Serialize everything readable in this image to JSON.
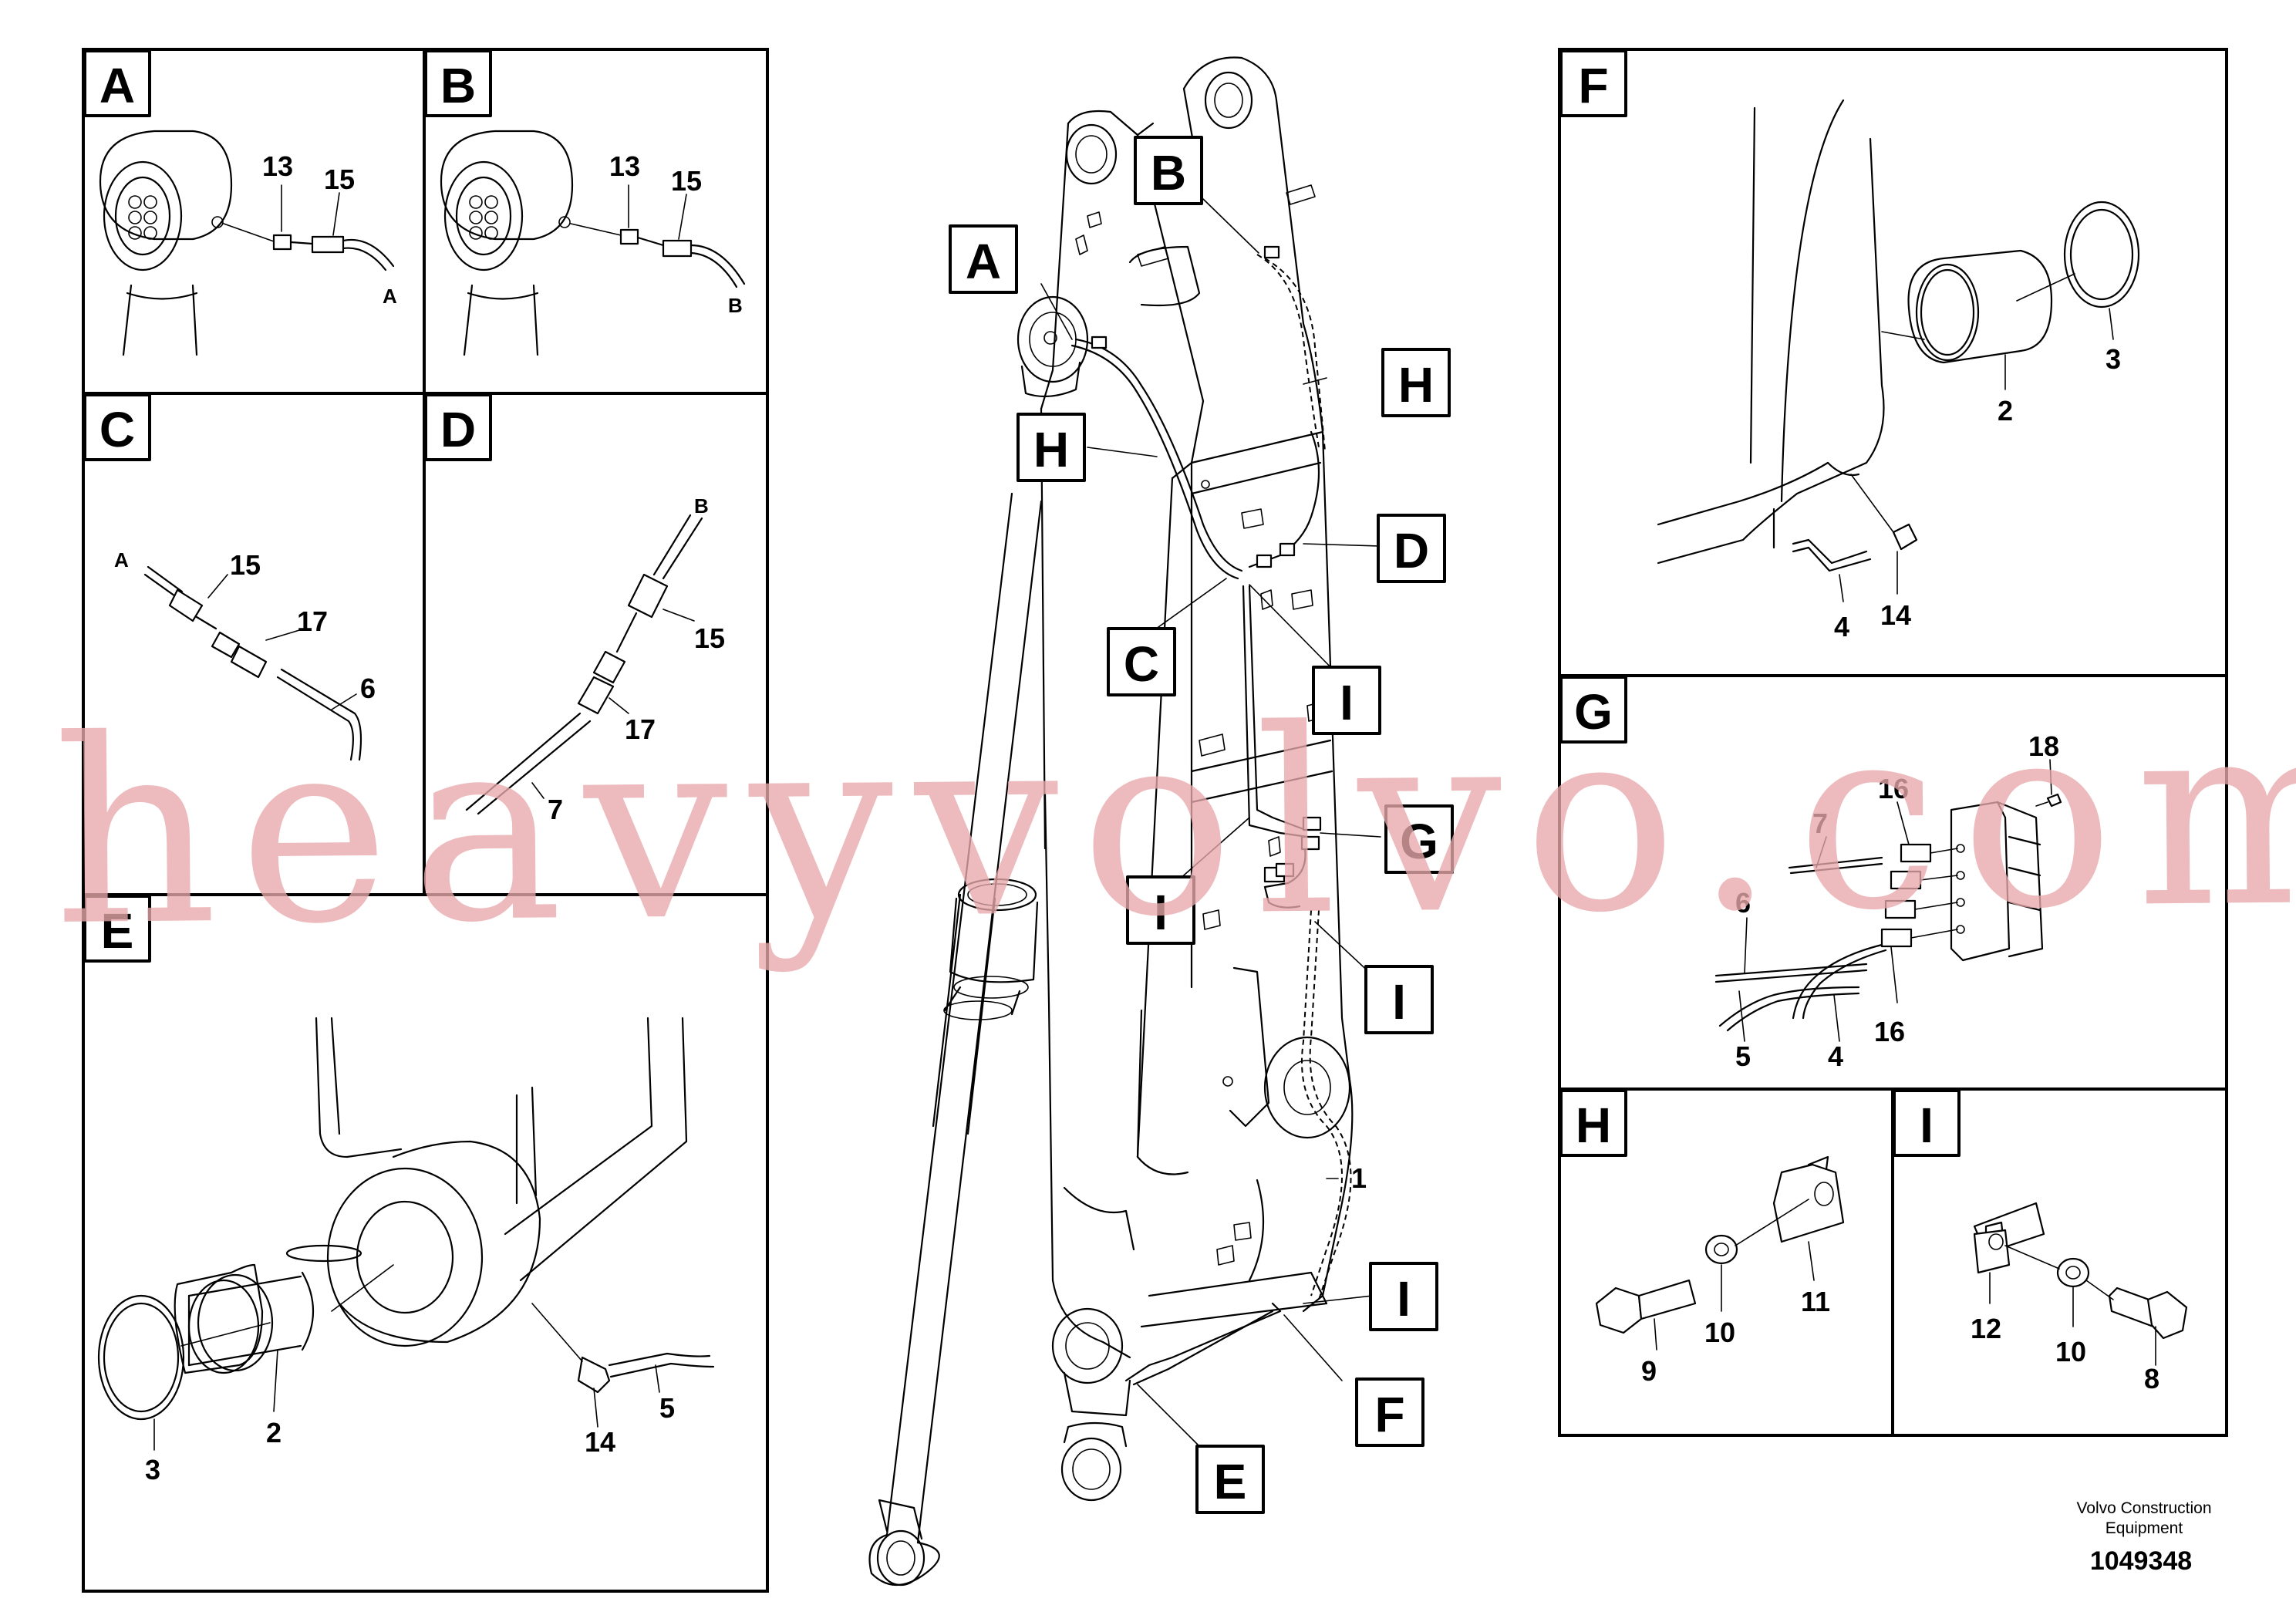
{
  "panels": {
    "A": "A",
    "B": "B",
    "C": "C",
    "D": "D",
    "E": "E",
    "F": "F",
    "G": "G",
    "H": "H",
    "I": "I"
  },
  "callouts": {
    "main_A": "A",
    "main_B": "B",
    "main_C": "C",
    "main_D": "D",
    "main_E": "E",
    "main_F": "F",
    "main_G": "G",
    "main_H1": "H",
    "main_H2": "H",
    "main_I1": "I",
    "main_I2": "I",
    "main_I3": "I",
    "main_I4": "I"
  },
  "parts": {
    "a_13": "13",
    "a_15": "15",
    "a_end": "A",
    "b_13": "13",
    "b_15": "15",
    "b_end": "B",
    "c_A": "A",
    "c_15": "15",
    "c_17": "17",
    "c_6": "6",
    "d_B": "B",
    "d_15": "15",
    "d_17": "17",
    "d_7": "7",
    "e_3": "3",
    "e_2": "2",
    "e_14": "14",
    "e_5": "5",
    "f_2": "2",
    "f_3": "3",
    "f_4": "4",
    "f_14": "14",
    "g_18": "18",
    "g_16a": "16",
    "g_7": "7",
    "g_6": "6",
    "g_16b": "16",
    "g_4": "4",
    "g_5": "5",
    "h_9": "9",
    "h_10": "10",
    "h_11": "11",
    "i_12": "12",
    "i_10": "10",
    "i_8": "8",
    "main_1": "1"
  },
  "watermark": "heavyvolvo.com",
  "footer": {
    "company_line1": "Volvo Construction",
    "company_line2": "Equipment",
    "reference": "1049348"
  }
}
